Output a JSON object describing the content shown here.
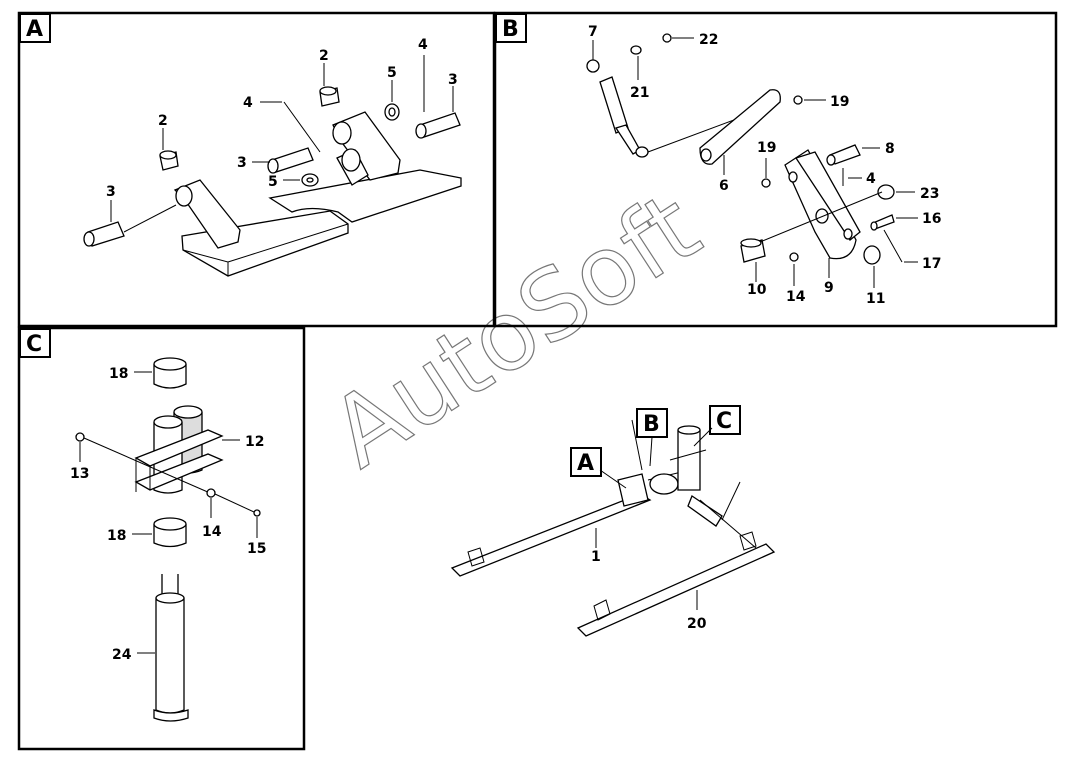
{
  "panels": {
    "a": {
      "tag": "A",
      "labels": [
        "2",
        "2",
        "3",
        "3",
        "3",
        "4",
        "4",
        "5",
        "5"
      ]
    },
    "b": {
      "tag": "B",
      "labels": [
        "7",
        "22",
        "21",
        "19",
        "19",
        "6",
        "8",
        "4",
        "23",
        "16",
        "17",
        "10",
        "14",
        "9",
        "11"
      ]
    },
    "c": {
      "tag": "C",
      "labels": [
        "18",
        "12",
        "13",
        "14",
        "15",
        "18",
        "24"
      ]
    }
  },
  "overview": {
    "callouts": [
      "A",
      "B",
      "C"
    ],
    "labels": [
      "1",
      "20"
    ]
  },
  "watermark": "AutoSoft"
}
